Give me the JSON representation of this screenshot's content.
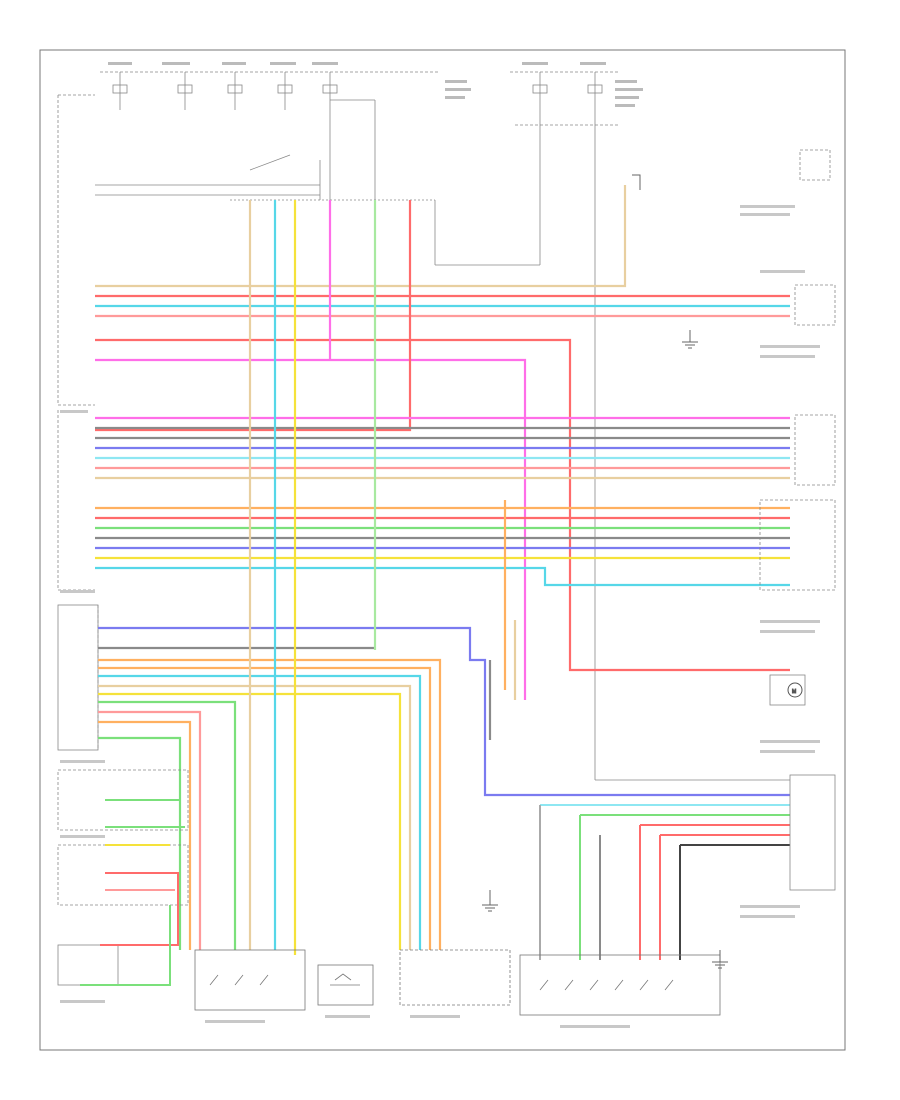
{
  "diagram": {
    "footer_code": "",
    "wire_colors": {
      "red": "#ff6b6b",
      "pink": "#ff9a9a",
      "cyan": "#56d7e8",
      "light_blue": "#8ee7f2",
      "magenta": "#ff6ee8",
      "yellow": "#f5e23a",
      "tan": "#e8cfa0",
      "green": "#7be07b",
      "light_green": "#a8e9a0",
      "orange": "#ffb060",
      "gray": "#8a8a8a",
      "violet": "#7b7bf0",
      "black": "#444444"
    },
    "component_boxes": [
      "main-body-ecu-connector-1",
      "main-body-ecu-connector-2",
      "main-body-ecu-connector-3",
      "lock-actuator-ecu",
      "left-rear-lock-switch",
      "left-front-lock-switch",
      "left-front-power-window-switch",
      "right-front-power-window-switch",
      "right-front-door-lock-motor",
      "right-rear-lock-actuator",
      "right-front-lock-unit"
    ],
    "icons": [
      "ground-icon",
      "ground-icon",
      "ground-icon",
      "ground-icon",
      "switch-icon",
      "motor-icon"
    ]
  }
}
